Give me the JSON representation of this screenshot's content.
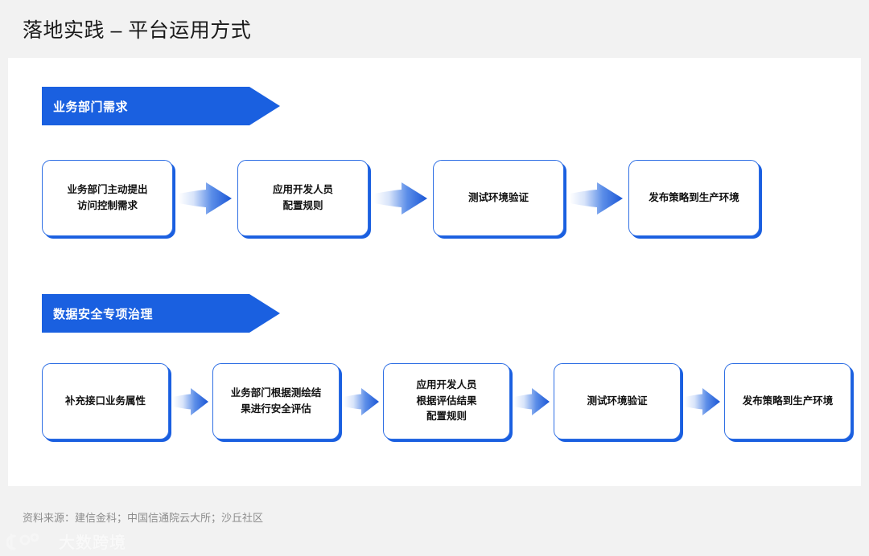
{
  "page": {
    "title": "落地实践 – 平台运用方式",
    "background_color": "#f2f2f2",
    "card_color": "#ffffff",
    "accent_color": "#1a60e0",
    "box_border_color": "#2f6fe4",
    "text_color": "#111111"
  },
  "sections": [
    {
      "banner_label": "业务部门需求",
      "steps": [
        {
          "label": "业务部门主动提出\n访问控制需求"
        },
        {
          "label": "应用开发人员\n配置规则"
        },
        {
          "label": "测试环境验证"
        },
        {
          "label": "发布策略到生产环境"
        }
      ]
    },
    {
      "banner_label": "数据安全专项治理",
      "steps": [
        {
          "label": "补充接口业务属性"
        },
        {
          "label": "业务部门根据测绘结\n果进行安全评估"
        },
        {
          "label": "应用开发人员\n根据评估结果\n配置规则"
        },
        {
          "label": "测试环境验证"
        },
        {
          "label": "发布策略到生产环境"
        }
      ]
    }
  ],
  "footer": {
    "source_note": "资料来源：建信金科；中国信通院云大所；沙丘社区"
  },
  "watermark": {
    "brand_text": "大数跨境",
    "logo_name": "ic-dashukuajing-logo"
  }
}
